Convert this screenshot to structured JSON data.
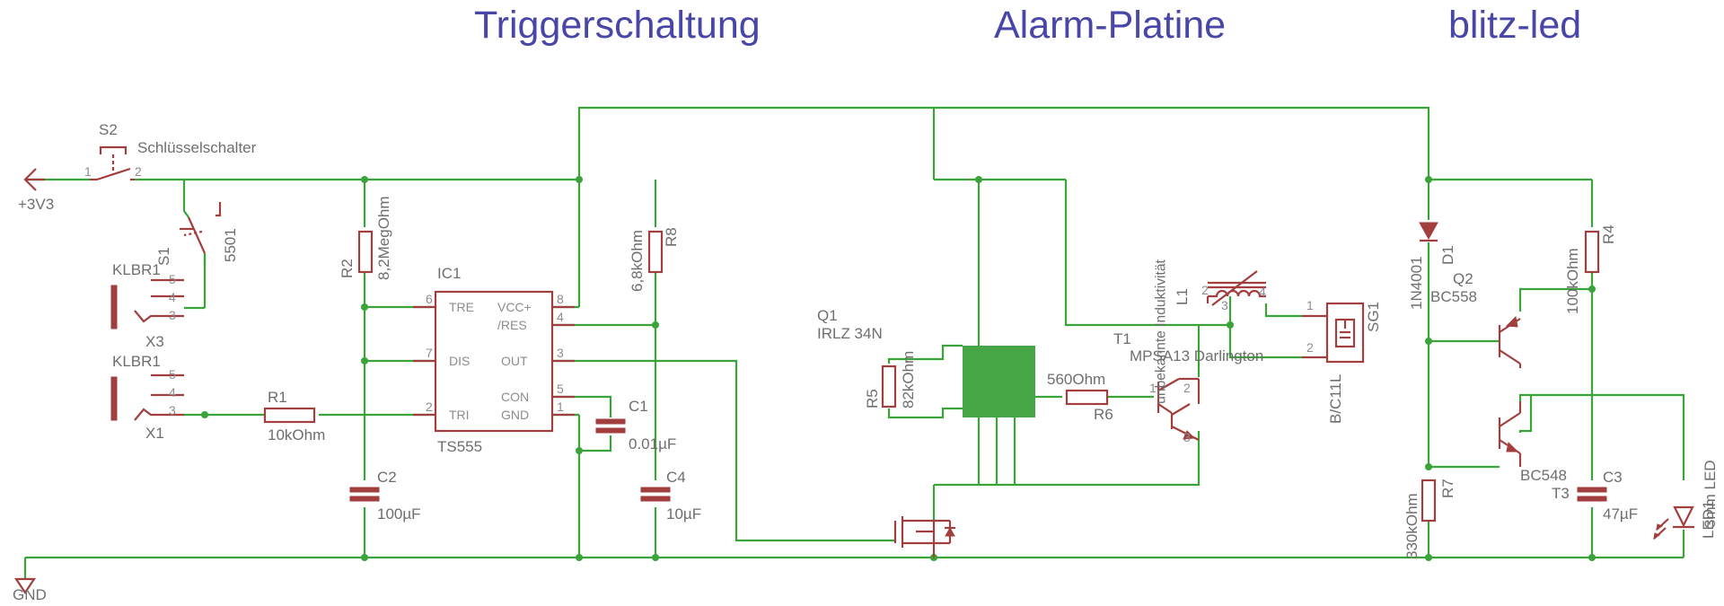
{
  "sections": {
    "trigger": "Triggerschaltung",
    "alarm": "Alarm-Platine",
    "blitz": "blitz-led"
  },
  "power": {
    "supply": "+3V3",
    "ground": "GND"
  },
  "s2": {
    "ref": "S2",
    "value": "Schlüsselschalter",
    "pin1": "1",
    "pin2": "2"
  },
  "s1": {
    "ref": "S1",
    "value": "5501"
  },
  "x3": {
    "ref": "X3",
    "value": "KLBR1",
    "pins": [
      "5",
      "4",
      "3"
    ]
  },
  "x1": {
    "ref": "X1",
    "value": "KLBR1",
    "pins": [
      "5",
      "4",
      "3"
    ]
  },
  "r1": {
    "ref": "R1",
    "value": "10kOhm"
  },
  "r2": {
    "ref": "R2",
    "value": "8,2MegOhm"
  },
  "c2": {
    "ref": "C2",
    "value": "100µF"
  },
  "ic1": {
    "ref": "IC1",
    "value": "TS555",
    "pins_left": [
      {
        "num": "6",
        "name": "TRE"
      },
      {
        "num": "7",
        "name": "DIS"
      },
      {
        "num": "2",
        "name": "TRI"
      }
    ],
    "pins_right": [
      {
        "num": "8",
        "name": "VCC+"
      },
      {
        "num": "4",
        "name": "/RES"
      },
      {
        "num": "3",
        "name": "OUT"
      },
      {
        "num": "5",
        "name": "CON"
      },
      {
        "num": "1",
        "name": "GND"
      }
    ]
  },
  "r8": {
    "ref": "R8",
    "value": "6,8kOhm"
  },
  "c1": {
    "ref": "C1",
    "value": "0.01µF"
  },
  "c4": {
    "ref": "C4",
    "value": "10µF"
  },
  "q1": {
    "ref": "Q1",
    "value": "IRLZ 34N"
  },
  "r5": {
    "ref": "R5",
    "value": "82kOhm"
  },
  "r6": {
    "ref": "R6",
    "value": "560Ohm"
  },
  "t1": {
    "ref": "T1",
    "value": "MPSA13 Darlington",
    "pins": [
      "1",
      "2",
      "3"
    ]
  },
  "l1": {
    "ref": "L1",
    "value": "unbekannte Induktivität",
    "pins": [
      "2",
      "3",
      "4"
    ]
  },
  "sg1": {
    "ref": "SG1",
    "value": "B/C11L",
    "pins": [
      "1",
      "2"
    ]
  },
  "d1": {
    "ref": "D1",
    "value": "1N4001"
  },
  "q2": {
    "ref": "Q2",
    "value": "BC558"
  },
  "r4": {
    "ref": "R4",
    "value": "100kOhm"
  },
  "t3": {
    "ref": "T3",
    "value": "BC548"
  },
  "r7": {
    "ref": "R7",
    "value": "330kOhm"
  },
  "c3": {
    "ref": "C3",
    "value": "47µF"
  },
  "led1": {
    "ref": "LED1",
    "value": "3mm LED"
  },
  "colors": {
    "wire": "#3aa33a",
    "symbol": "#a23e3e",
    "title": "#4846a6",
    "label": "#6e6e6e"
  }
}
